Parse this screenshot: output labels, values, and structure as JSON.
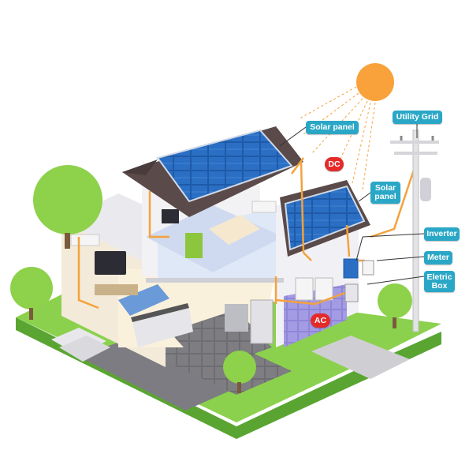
{
  "labels": {
    "solar_panel_main": "Solar panel",
    "dc": "DC",
    "solar_panel_secondary_line1": "Solar",
    "solar_panel_secondary_line2": "panel",
    "utility_grid": "Utility Grid",
    "inverter": "Inverter",
    "meter": "Meter",
    "eletric_box_line1": "Eletric",
    "eletric_box_line2": "Box",
    "ac": "AC"
  },
  "colors": {
    "label_blue": "#2aa7c6",
    "label_red": "#e52a2a",
    "wire_orange": "#f4a23c",
    "sun": "#f9a13a",
    "grass": "#7ac943",
    "roof": "#5a4a4a",
    "panel": "#1f5aa8"
  },
  "icons": [
    "sun-icon",
    "solar-panel-icon",
    "tree-icon",
    "utility-pole-icon",
    "inverter-icon",
    "meter-icon",
    "electric-box-icon"
  ]
}
